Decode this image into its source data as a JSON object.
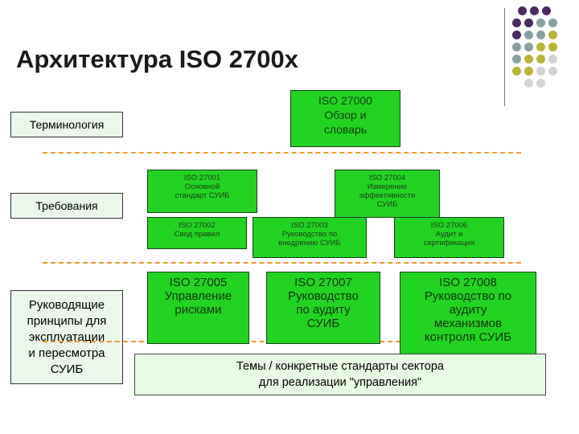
{
  "title": "Архитектура ISO 2700x",
  "categories": {
    "terminology": "Терминология",
    "requirements": "Требования",
    "guidelines": "Руководящие\nпринципы для\nэксплуатации\nи пересмотра\nСУИБ"
  },
  "standards": {
    "iso27000": {
      "code": "ISO 27000",
      "desc": "Обзор и\nсловарь"
    },
    "iso27001": {
      "code": "ISO 27001",
      "desc": "Основной\nстандарт СУИБ"
    },
    "iso27002": {
      "code": "ISO 27002",
      "desc": "Свод правил"
    },
    "iso27003": {
      "code": "ISO 27003",
      "desc": "Руководство по\nвнедрению СУИБ"
    },
    "iso27004": {
      "code": "ISO 27004",
      "desc": "Измерение\nэффективности\nСУИБ"
    },
    "iso27006": {
      "code": "ISO 27006",
      "desc": "Аудит и\nсертификация"
    },
    "iso27005": {
      "code": "ISO 27005",
      "desc": "Управление\nрисками"
    },
    "iso27007": {
      "code": "ISO 27007",
      "desc": "Руководство\nпо аудиту\nСУИБ"
    },
    "iso27008": {
      "code": "ISO 27008",
      "desc": "Руководство по\nаудиту\nмеханизмов\nконтроля СУИБ"
    }
  },
  "themes": {
    "line1": "Темы / конкретные стандарты сектора",
    "line2": "для реализации \"управления\""
  },
  "colors": {
    "box_green": "#22d322",
    "dash_orange": "#ef9a2a",
    "dot_purple": "#4b2a5e",
    "dot_gray": "#86a0a0",
    "dot_olive": "#b8b436",
    "dot_light": "#d3d3d3"
  }
}
